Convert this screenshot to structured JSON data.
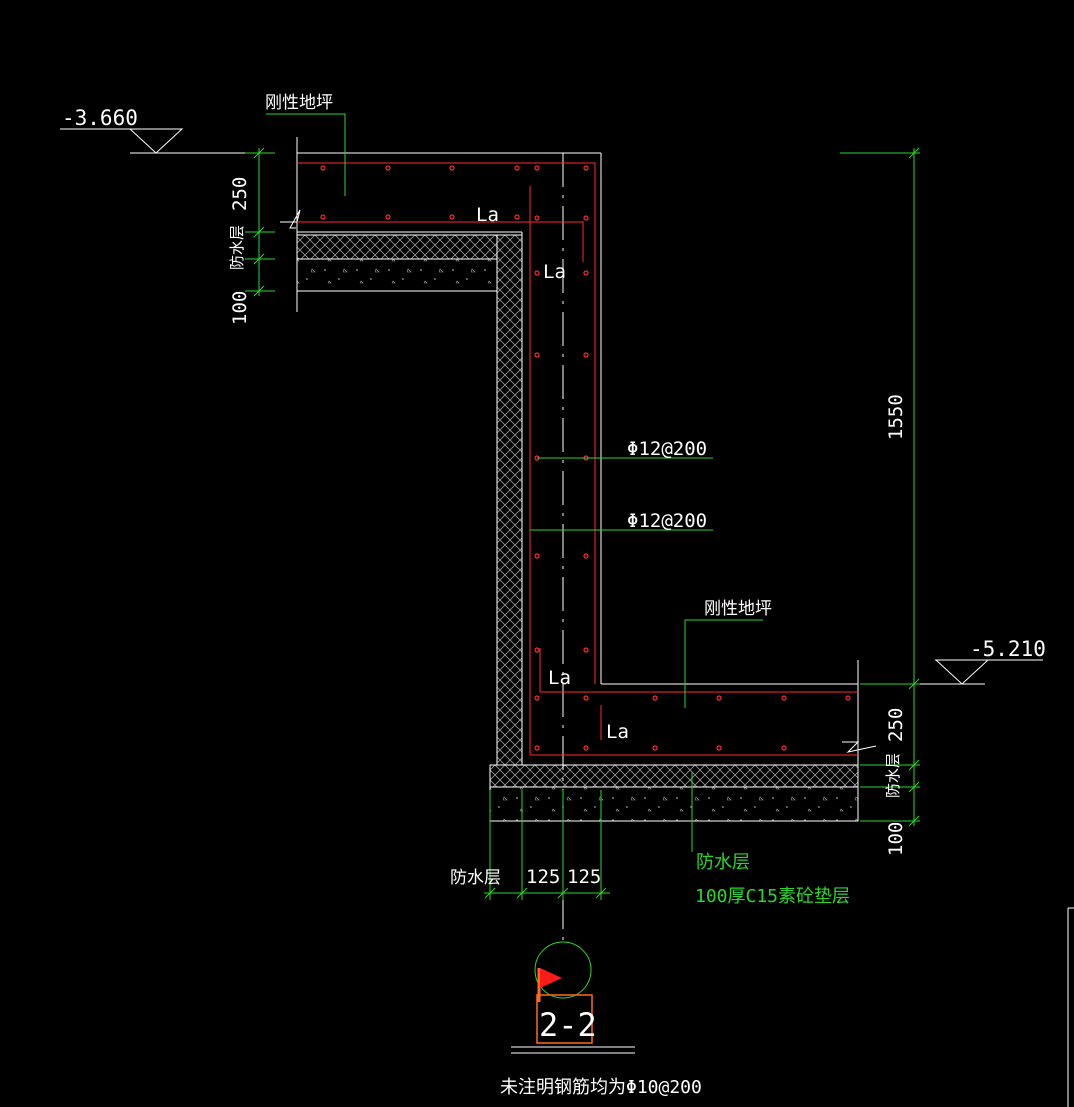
{
  "colors": {
    "background": "#000000",
    "outline": "#ffffff",
    "dimension": "#2bd62b",
    "rebar": "#ff2a2a",
    "callout_box": "#ff6a1a"
  },
  "elevations": {
    "top": "-3.660",
    "bottom": "-5.210"
  },
  "labels": {
    "rigid_floor_top": "刚性地坪",
    "rigid_floor_bottom": "刚性地坪",
    "waterproof_top_vertical": "防水层",
    "waterproof_right_vertical": "防水层",
    "waterproof_bottom_left": "防水层",
    "waterproof_green": "防水层",
    "cushion_green": "100厚C15素砼垫层",
    "anchorage": [
      "La",
      "La",
      "La",
      "La"
    ],
    "rebar_1": "Φ12@200",
    "rebar_2": "Φ12@200",
    "section_id": "2-2",
    "note": "未注明钢筋均为Φ10@200"
  },
  "dimensions": {
    "left_250": "250",
    "left_100": "100",
    "right_1550": "1550",
    "right_250": "250",
    "right_100": "100",
    "bottom_125_a": "125",
    "bottom_125_b": "125"
  }
}
